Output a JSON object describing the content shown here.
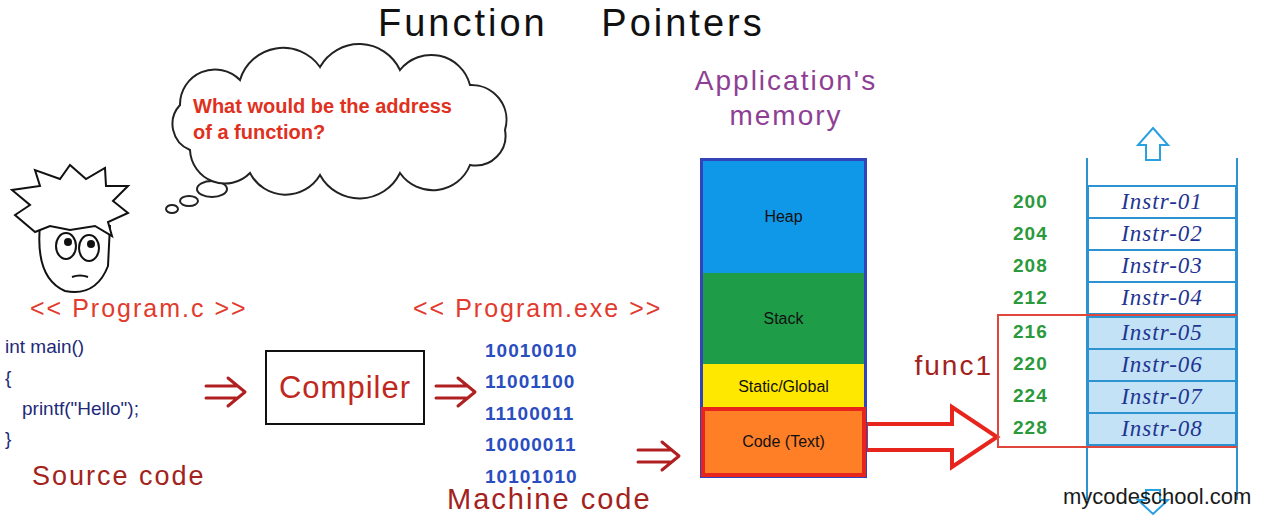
{
  "diagram": {
    "title": "Function Pointers",
    "nodes": [
      {
        "text": [
          "What would be the address of a function?"
        ]
      },
      {
        "text": [
          "Compiler"
        ]
      },
      {
        "text": [
          "Application's memory"
        ]
      },
      {
        "text": [
          "Heap"
        ],
        "in": 2
      },
      {
        "text": [
          "Stack"
        ],
        "in": 2
      },
      {
        "text": [
          "Static/Global"
        ],
        "in": 2
      },
      {
        "text": [
          "Code (Text)"
        ],
        "in": 2
      },
      {
        "text": [
          "Instr-01"
        ]
      },
      {
        "text": [
          "Instr-02"
        ]
      },
      {
        "text": [
          "Instr-03"
        ]
      },
      {
        "text": [
          "Instr-04"
        ]
      },
      {
        "text": [
          "func1"
        ]
      },
      {
        "text": [
          "Instr-05"
        ],
        "in": 11
      },
      {
        "text": [
          "Instr-06"
        ],
        "in": 11
      },
      {
        "text": [
          "Instr-07"
        ],
        "in": 11
      },
      {
        "text": [
          "Instr-08"
        ],
        "in": 11
      }
    ],
    "edges": [
      {
        "from": 6,
        "to": 11,
        "arrow": "to"
      }
    ],
    "labels": [
      "<< Program.c >>",
      "int main()",
      "{",
      "printf(\"Hello\");",
      "}",
      "Source code",
      "<< Program.exe >>",
      "10010010",
      "11001100",
      "11100011",
      "10000011",
      "10101010",
      "Machine code",
      "200",
      "204",
      "208",
      "212",
      "216",
      "220",
      "224",
      "228",
      "mycodeschool.com"
    ]
  }
}
